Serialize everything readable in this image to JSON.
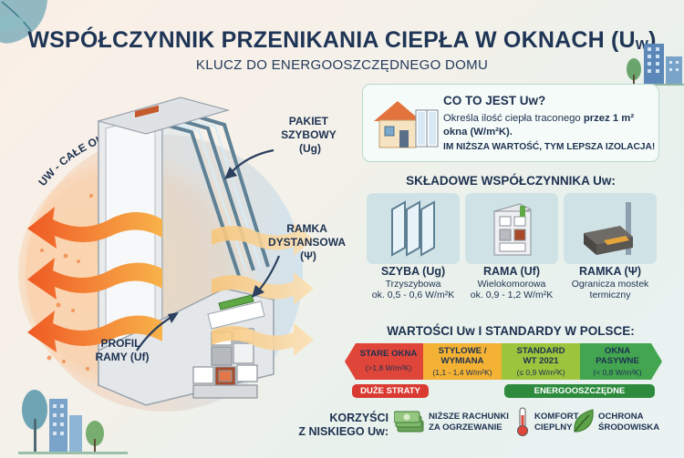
{
  "header": {
    "title_main": "WSPÓŁCZYNNIK PRZENIKANIA CIEPŁA W OKNACH (U",
    "title_sub": "W",
    "title_end": ")",
    "subtitle": "KLUCZ DO ENERGOOSZCZĘDNEGO DOMU"
  },
  "diagram": {
    "arc_label": "UW - CAŁE OKNO",
    "glazing_label": [
      "PAKIET",
      "SZYBOWY",
      "(Ug)"
    ],
    "spacer_label": [
      "RAMKA",
      "DYSTANSOWA",
      "(Ψ)"
    ],
    "profile_label": [
      "PROFIL",
      "RAMY (Uf)"
    ]
  },
  "info": {
    "question": "CO TO JEST Uw?",
    "desc_start": "Określa ilość ciepła traconego ",
    "desc_bold": "przez 1 m² okna (W/m²K).",
    "note": "IM NIŻSZA WARTOŚĆ, TYM LEPSZA IZOLACJA!"
  },
  "components": {
    "title": "SKŁADOWE WSPÓŁCZYNNIKA Uw:",
    "items": [
      {
        "name": "SZYBA (Ug)",
        "line1": "Trzyszybowa",
        "line2": "ok. 0,5 - 0,6 W/m²K"
      },
      {
        "name": "RAMA (Uf)",
        "line1": "Wielokomorowa",
        "line2": "ok. 0,9 - 1,2 W/m²K"
      },
      {
        "name": "RAMKA (Ψ)",
        "line1": "Ogranicza mostek",
        "line2": "termiczny"
      }
    ]
  },
  "standards": {
    "title": "WARTOŚCI Uw I STANDARDY W POLSCE:",
    "segments": [
      {
        "label": "STARE OKNA",
        "label2": "",
        "value": "(>1,8 W/m²K)",
        "color": "#e0453a"
      },
      {
        "label": "STYLOWE /",
        "label2": "WYMIANA",
        "value": "(1,1 - 1,4 W/m²K)",
        "color": "#f3b234"
      },
      {
        "label": "STANDARD",
        "label2": "WT 2021",
        "value": "(≤ 0,9 W/m²K)",
        "color": "#9cc43d"
      },
      {
        "label": "OKNA",
        "label2": "PASYWNE",
        "value": "(< 0,8 W/m²K)",
        "color": "#43a550"
      }
    ],
    "bad_label": "DUŻE STRATY",
    "good_label": "ENERGOOSZCZĘDNE",
    "bad_color": "#d93a31",
    "good_color": "#2e8b3e"
  },
  "benefits": {
    "title_l1": "KORZYŚCI",
    "title_l2": "Z NISKIEGO Uw:",
    "items": [
      {
        "l1": "NIŻSZE RACHUNKI",
        "l2": "ZA OGRZEWANIE"
      },
      {
        "l1": "KOMFORT",
        "l2": "CIEPLNY"
      },
      {
        "l1": "OCHRONA",
        "l2": "ŚRODOWISKA"
      }
    ]
  }
}
